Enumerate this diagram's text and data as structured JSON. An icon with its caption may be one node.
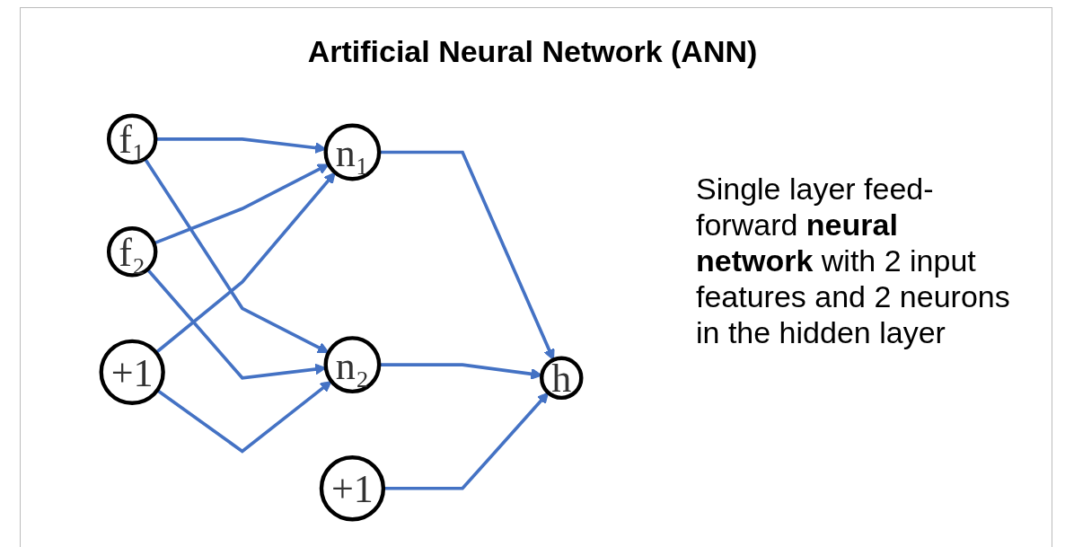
{
  "diagram": {
    "title": "Artificial Neural Network (ANN)",
    "nodes": [
      {
        "text": [
          "f₁"
        ]
      },
      {
        "text": [
          "f₂"
        ]
      },
      {
        "text": [
          "+1"
        ]
      },
      {
        "text": [
          "n₁"
        ]
      },
      {
        "text": [
          "n₂"
        ]
      },
      {
        "text": [
          "+1"
        ]
      },
      {
        "text": [
          "h"
        ]
      }
    ],
    "edges": [
      {
        "from": 0,
        "to": 3,
        "arrow": "to"
      },
      {
        "from": 0,
        "to": 4,
        "arrow": "to"
      },
      {
        "from": 1,
        "to": 3,
        "arrow": "to"
      },
      {
        "from": 1,
        "to": 4,
        "arrow": "to"
      },
      {
        "from": 2,
        "to": 3,
        "arrow": "to"
      },
      {
        "from": 2,
        "to": 4,
        "arrow": "to"
      },
      {
        "from": 3,
        "to": 6,
        "arrow": "to"
      },
      {
        "from": 4,
        "to": 6,
        "arrow": "to"
      },
      {
        "from": 5,
        "to": 6,
        "arrow": "to"
      }
    ],
    "labels": [
      "Single layer feed-forward **neural network** with 2 input features and 2 neurons in the hidden layer"
    ]
  }
}
